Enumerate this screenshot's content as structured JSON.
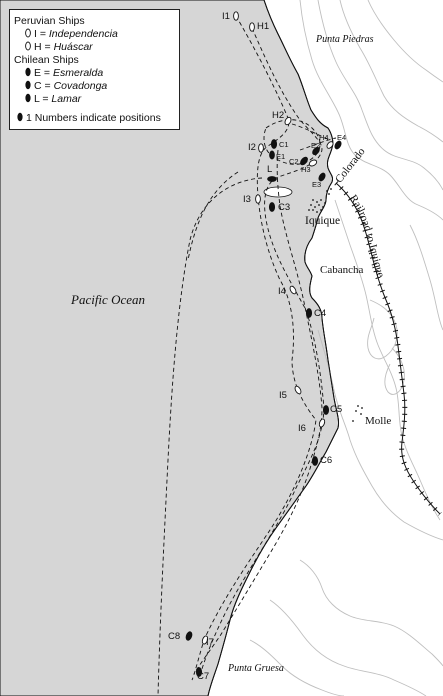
{
  "legend": {
    "peruvian_heading": "Peruvian Ships",
    "peruvian": [
      {
        "code": "I",
        "eq": " = ",
        "name": "Independencia"
      },
      {
        "code": "H",
        "eq": " = ",
        "name": "Huáscar"
      }
    ],
    "chilean_heading": "Chilean Ships",
    "chilean": [
      {
        "code": "E",
        "eq": " = ",
        "name": "Esmeralda"
      },
      {
        "code": "C",
        "eq": " = ",
        "name": "Covadonga"
      },
      {
        "code": "L",
        "eq": " = ",
        "name": "Lamar"
      }
    ],
    "positions_note": "1  Numbers indicate positions"
  },
  "places": {
    "punta_piedras": "Punta Piedras",
    "colorado": "Colorado",
    "iquique": "Iquique",
    "railroad": "Railroad to Iquique",
    "cabancha": "Cabancha",
    "pacific": "Pacific Ocean",
    "molle": "Molle",
    "punta_gruesa": "Punta Gruesa"
  },
  "ship_labels": {
    "I1": "I1",
    "H1": "H1",
    "H2": "H2",
    "I2": "I2",
    "C1": "C1",
    "E1": "E1",
    "E2": "E2",
    "C2": "C2",
    "H3": "H3",
    "H4": "H4",
    "E4": "E4",
    "E3": "E3",
    "L": "L",
    "I3": "I3",
    "C3": "C3",
    "I4": "I4",
    "C4": "C4",
    "I5": "I5",
    "C5": "C5",
    "I6": "I6",
    "C6": "C6",
    "C8": "C8",
    "I7": "I7",
    "C7": "C7"
  },
  "colors": {
    "sea": "#d6d6d6",
    "land": "#ffffff",
    "contour": "#bfbfbf",
    "coast": "#111111",
    "track": "#111111",
    "chilean_ship": "#111111",
    "peruvian_ship": "#ffffff"
  },
  "icons": {
    "peruvian_ship": "hollow-ship-icon",
    "chilean_ship": "filled-ship-icon",
    "railroad": "railroad-track-icon"
  }
}
